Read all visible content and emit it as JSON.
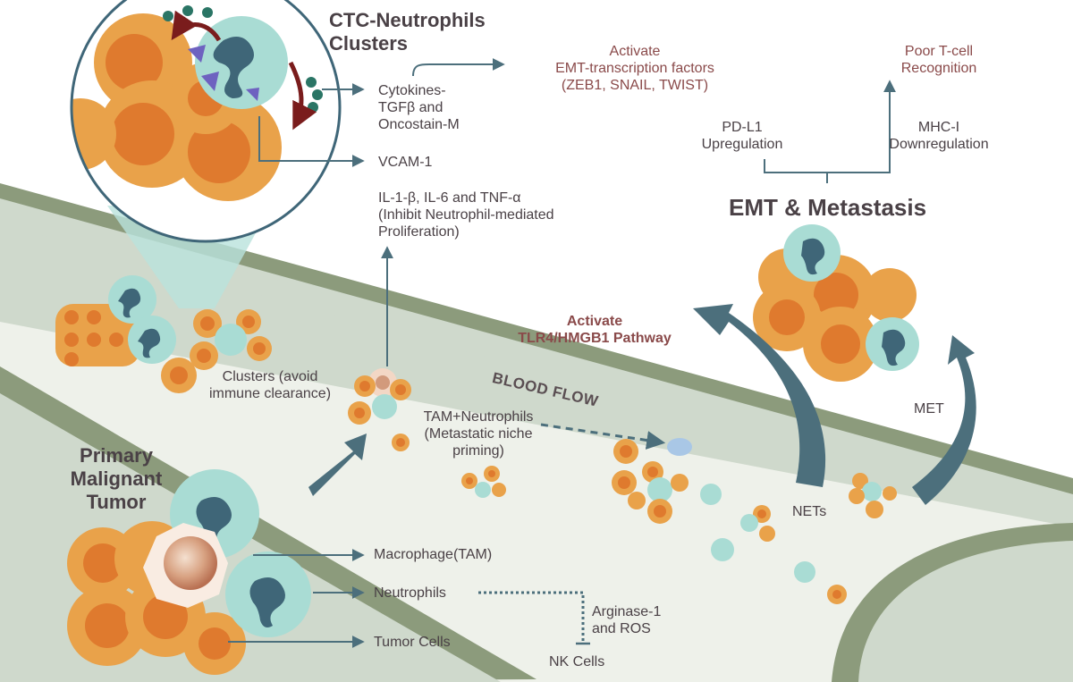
{
  "titles": {
    "ctc_clusters": "CTC-Neutrophils\nClusters",
    "primary_tumor": "Primary\nMalignant\nTumor",
    "emt_metastasis": "EMT & Metastasis"
  },
  "labels": {
    "cytokines": "Cytokines-\nTGFβ and\nOncostain-M",
    "vcam": "VCAM-1",
    "il": "IL-1-β, IL-6 and TNF-α\n(Inhibit Neutrophil-mediated\nProliferation)",
    "emt_tf": "Activate\nEMT-transcription factors\n(ZEB1, SNAIL, TWIST)",
    "poor_tcell": "Poor T-cell\nRecognition",
    "pdl1": "PD-L1\nUpregulation",
    "mhc": "MHC-I\nDownregulation",
    "tlr4": "Activate\nTLR4/HMGB1 Pathway",
    "blood_flow": "BLOOD FLOW",
    "clusters": "Clusters (avoid\nimmune clearance)",
    "tam_neutro": "TAM+Neutrophils\n(Metastatic niche\npriming)",
    "nets": "NETs",
    "met": "MET",
    "macrophage": "Macrophage(TAM)",
    "neutrophils": "Neutrophils",
    "tumor_cells": "Tumor Cells",
    "arginase": "Arginase-1\nand ROS",
    "nk_cells": "NK Cells"
  },
  "colors": {
    "vessel_wall": "#8c9b7c",
    "vessel_inner": "#cfd9cc",
    "vessel_lumen": "#eef1ea",
    "tumor_cell": "#e9a24a",
    "tumor_nucleus": "#df7a2e",
    "neutrophil": "#a9dcd4",
    "neutrophil_nucleus": "#3f6678",
    "arrow": "#4c6f7c",
    "text": "#4a4146",
    "text_red": "#8a4a4a",
    "recirculate": "#7a1c1c"
  }
}
